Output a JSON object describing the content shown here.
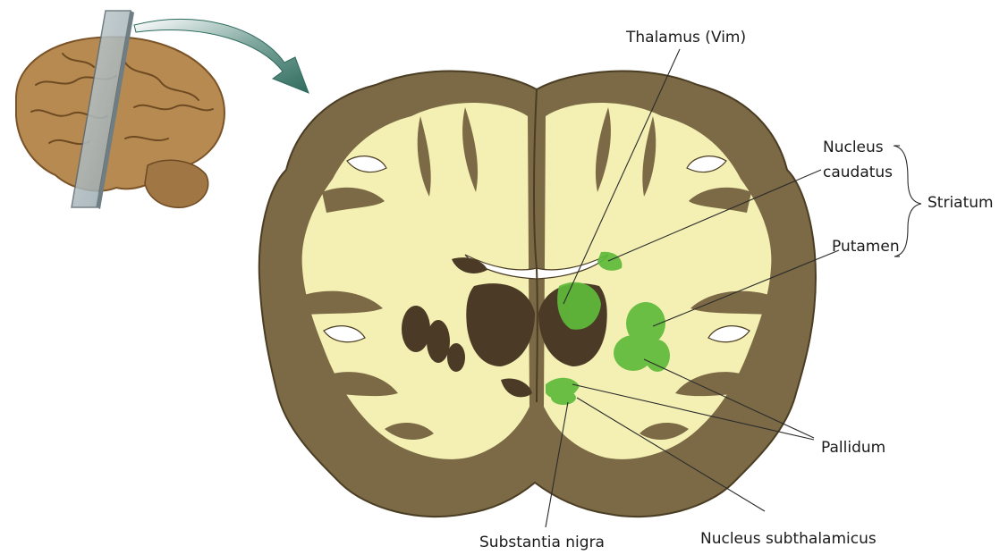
{
  "labels": {
    "thalamus": "Thalamus (Vim)",
    "nucleus_caudatus_line1": "Nucleus",
    "nucleus_caudatus_line2": "caudatus",
    "striatum": "Striatum",
    "putamen": "Putamen",
    "pallidum": "Pallidum",
    "substantia_nigra": "Substantia nigra",
    "nucleus_subthalamicus": "Nucleus subthalamicus"
  },
  "colors": {
    "gray_matter": "#7b6a45",
    "gray_matter_dark": "#5a4a2e",
    "white_matter": "#f4f0b4",
    "deep_nuclei_dark": "#4a3a26",
    "highlight_green": "#5fba3a",
    "arrow_teal": "#2f6b5e"
  }
}
